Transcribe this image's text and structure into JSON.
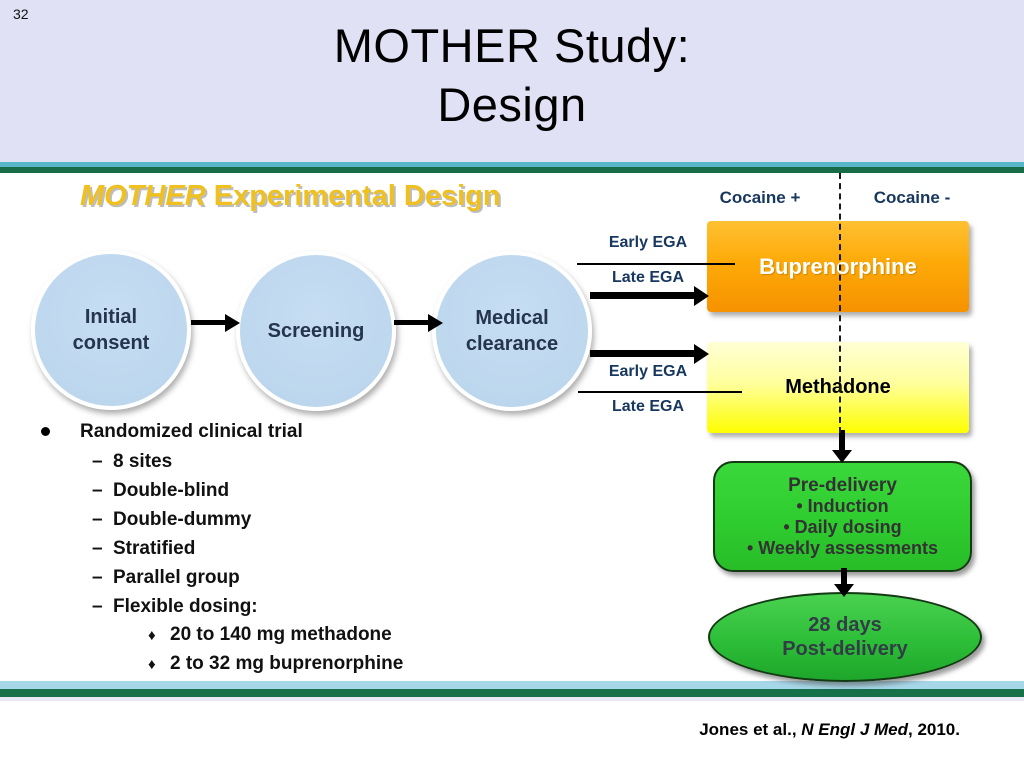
{
  "slide_number": "32",
  "title": {
    "line1": "MOTHER Study:",
    "line2": "Design"
  },
  "heading": {
    "emph": "MOTHER",
    "rest": " Experimental Design"
  },
  "group_labels": {
    "positive": "Cocaine +",
    "negative": "Cocaine -"
  },
  "flow": {
    "steps": [
      {
        "line1": "Initial",
        "line2": "consent"
      },
      {
        "line1": "Screening",
        "line2": ""
      },
      {
        "line1": "Medical",
        "line2": "clearance"
      }
    ],
    "ega": {
      "early": "Early EGA",
      "late": "Late EGA"
    },
    "arms": {
      "buprenorphine": "Buprenorphine",
      "methadone": "Methadone"
    },
    "pre_delivery": {
      "title": "Pre-delivery",
      "items": [
        "• Induction",
        "• Daily dosing",
        "• Weekly assessments"
      ]
    },
    "post_delivery": {
      "line1": "28 days",
      "line2": "Post-delivery"
    }
  },
  "bullets": {
    "marker_level1": "•",
    "marker_level2": "–",
    "marker_level3": "♦",
    "main": "Randomized clinical trial",
    "items": [
      "8 sites",
      "Double-blind",
      "Double-dummy",
      "Stratified",
      "Parallel group",
      "Flexible dosing:"
    ],
    "subitems": [
      "20 to 140 mg methadone",
      "2 to 32 mg buprenorphine"
    ]
  },
  "citation": {
    "pre": "Jones et al., ",
    "italic": "N Engl J Med",
    "post": ", 2010."
  },
  "colors": {
    "header_bg": "#e0e1f4",
    "teal_bar": "#57b7c8",
    "green_bar": "#176b46",
    "bottom_blue_bar": "#a6d7e9",
    "bottom_green_bar": "#16704a",
    "heading_gold": "#efc01f",
    "label_navy": "#17375e",
    "buprenorphine_orange": "#fdaa08",
    "methadone_yellow": "#fefe00",
    "flow_circle_blue": "#bdd7ee",
    "pre_delivery_green": "#2fcc2f",
    "post_delivery_green": "#2dbe38"
  }
}
